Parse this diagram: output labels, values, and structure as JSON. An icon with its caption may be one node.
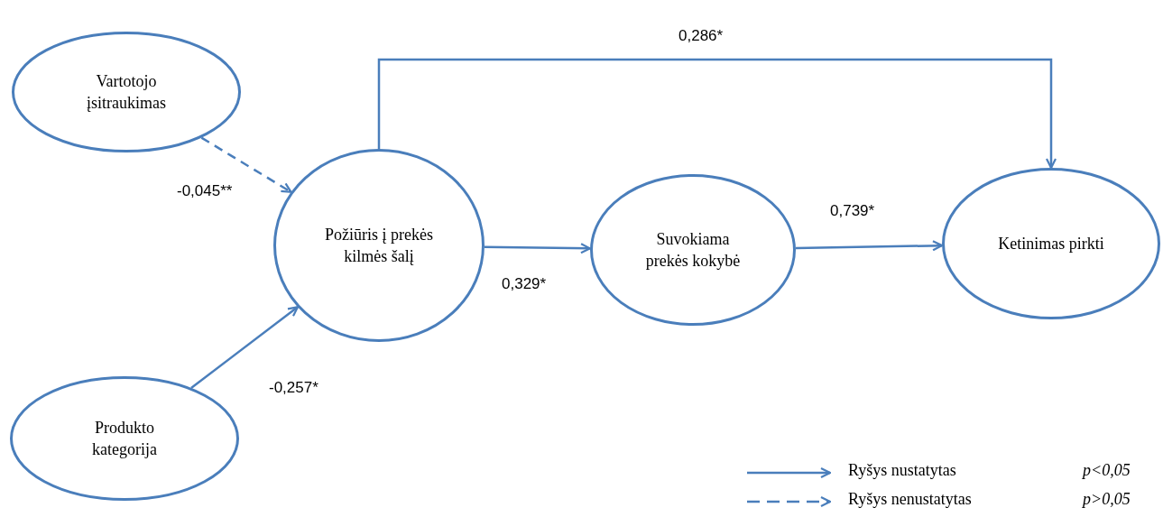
{
  "diagram": {
    "nodes": [
      {
        "text": [
          "Vartotojo įsitraukimas"
        ]
      },
      {
        "text": [
          "Požiūris į prekės kilmės šalį"
        ]
      },
      {
        "text": [
          "Suvokiama prekės kokybė"
        ]
      },
      {
        "text": [
          "Ketinimas pirkti"
        ]
      },
      {
        "text": [
          "Produkto kategorija"
        ]
      }
    ],
    "edges": [
      {
        "from": 0,
        "to": 1,
        "arrow": "to",
        "label": "-0,045**",
        "style": "dashed"
      },
      {
        "from": 4,
        "to": 1,
        "arrow": "to",
        "label": "-0,257*"
      },
      {
        "from": 1,
        "to": 2,
        "arrow": "to",
        "label": "0,329*"
      },
      {
        "from": 2,
        "to": 3,
        "arrow": "to",
        "label": "0,739*"
      },
      {
        "from": 1,
        "to": 3,
        "arrow": "to",
        "label": "0,286*"
      }
    ],
    "labels": [
      "p<0,05",
      "p>0,05"
    ],
    "legend": [
      {
        "text": "Ryšys nustatytas"
      },
      {
        "text": "Ryšys nenustatytas"
      }
    ]
  }
}
